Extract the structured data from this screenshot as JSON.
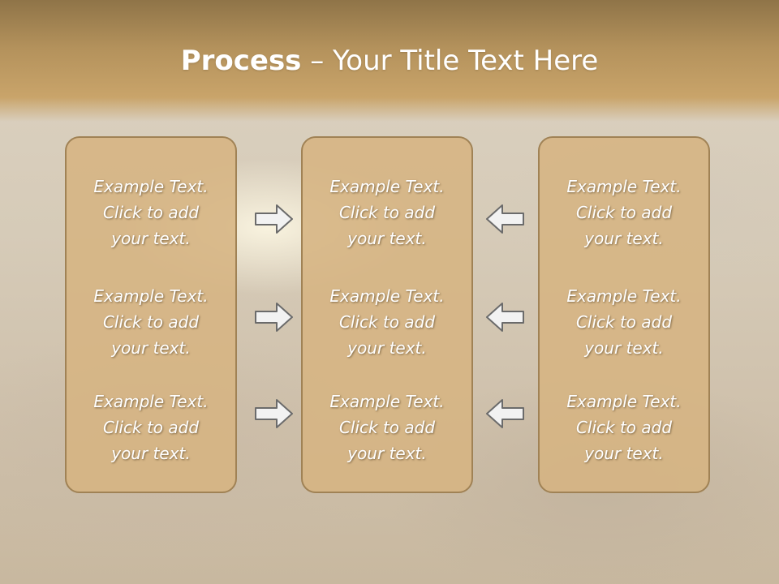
{
  "slide": {
    "title_bold": "Process",
    "title_rest": " – Your Title Text Here"
  },
  "panels": {
    "left": [
      {
        "l1": "Example Text.",
        "l2": "Click  to add",
        "l3": "your text."
      },
      {
        "l1": "Example Text.",
        "l2": "Click  to add",
        "l3": "your text."
      },
      {
        "l1": "Example Text.",
        "l2": "Click  to add",
        "l3": "your text."
      }
    ],
    "middle": [
      {
        "l1": "Example Text.",
        "l2": "Click  to add",
        "l3": "your text."
      },
      {
        "l1": "Example Text.",
        "l2": "Click  to add",
        "l3": "your text."
      },
      {
        "l1": "Example Text.",
        "l2": "Click  to add",
        "l3": "your text."
      }
    ],
    "right": [
      {
        "l1": "Example Text.",
        "l2": "Click  to add",
        "l3": "your text."
      },
      {
        "l1": "Example Text.",
        "l2": "Click  to add",
        "l3": "your text."
      },
      {
        "l1": "Example Text.",
        "l2": "Click  to add",
        "l3": "your text."
      }
    ]
  },
  "arrows": {
    "left_column": [
      "right-arrow-icon",
      "right-arrow-icon",
      "right-arrow-icon"
    ],
    "right_column": [
      "left-arrow-icon",
      "left-arrow-icon",
      "left-arrow-icon"
    ]
  },
  "colors": {
    "title_band": "#b4925c",
    "panel_fill": "#d6b482",
    "panel_border": "#a08255",
    "arrow_fill": "#f2f2f2",
    "arrow_stroke": "#6b6b6b"
  }
}
